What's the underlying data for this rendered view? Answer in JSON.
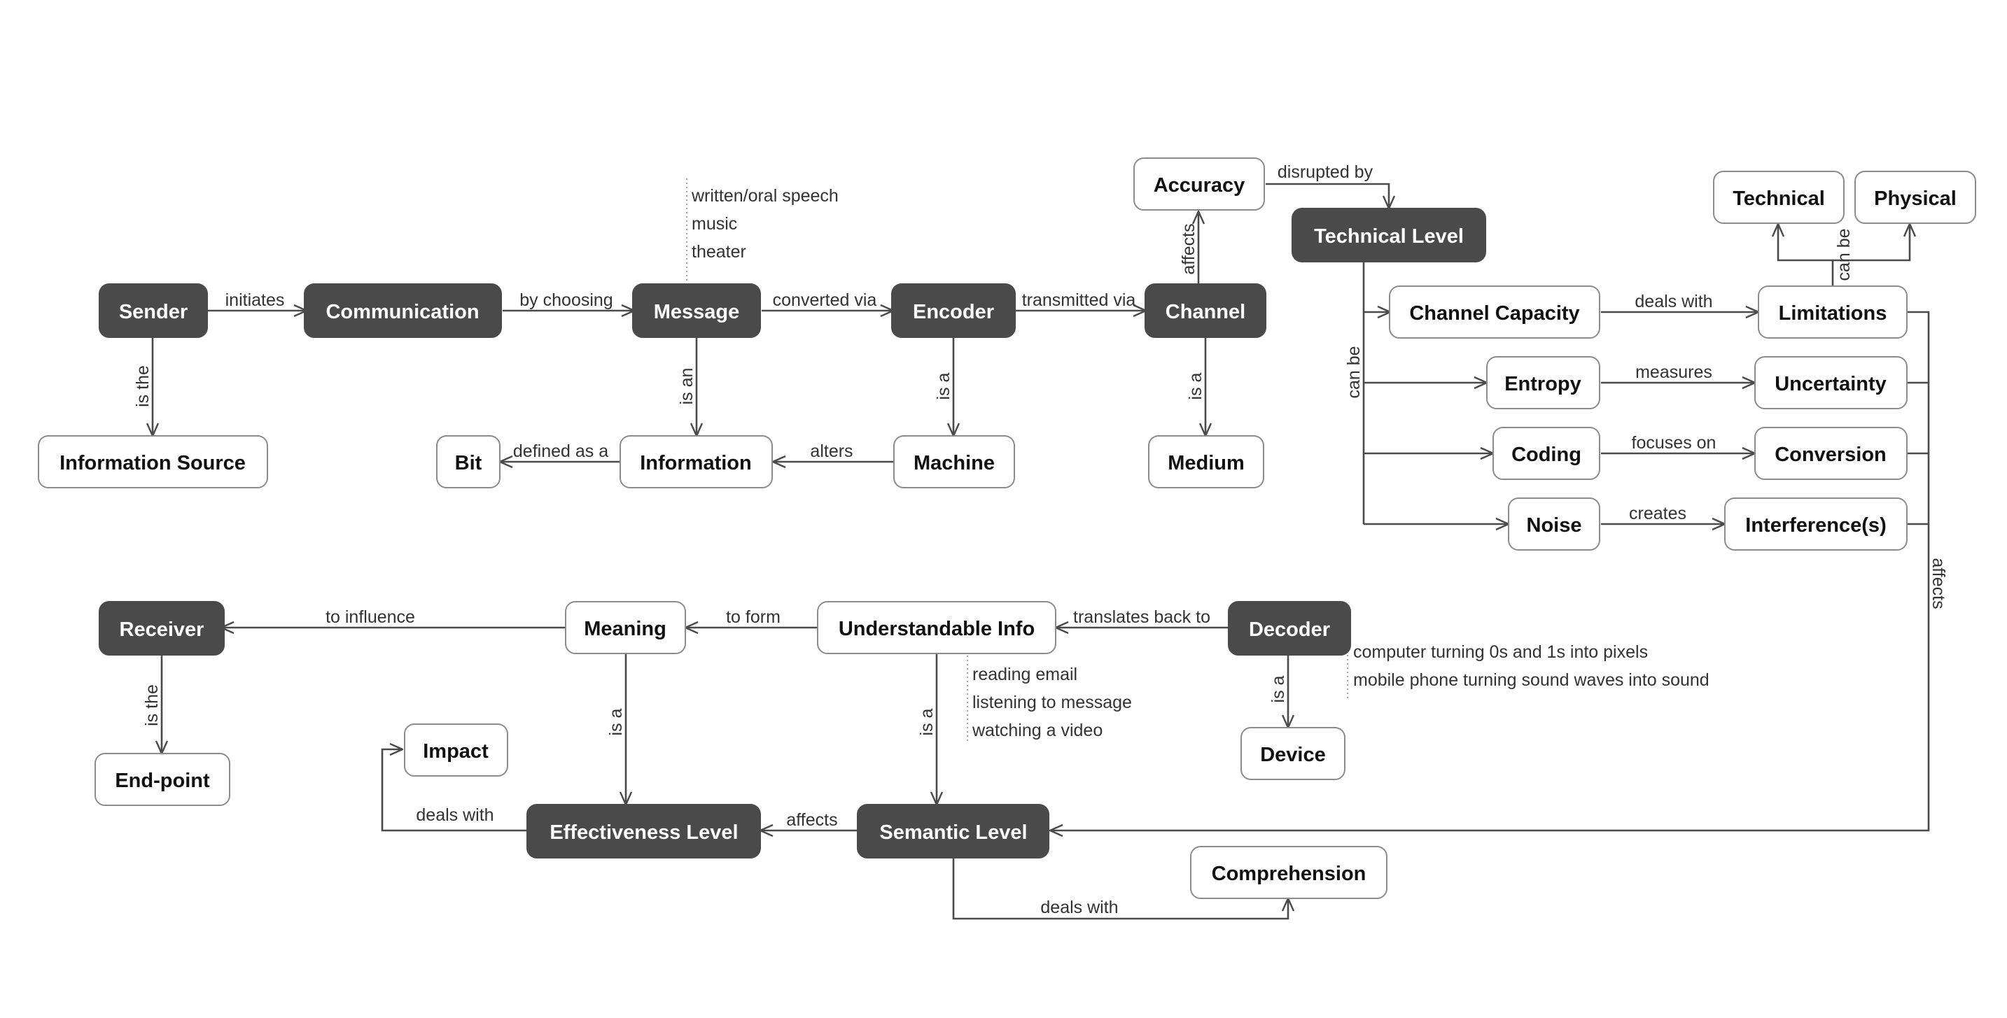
{
  "colors": {
    "dark_node": "#4a4a4a",
    "light_node": "#ffffff",
    "edge": "#4a4a4a",
    "border": "#8c8c8c"
  },
  "nodes": {
    "sender": "Sender",
    "communication": "Communication",
    "message": "Message",
    "encoder": "Encoder",
    "channel": "Channel",
    "accuracy": "Accuracy",
    "technical_level": "Technical Level",
    "technical": "Technical",
    "physical": "Physical",
    "channel_capacity": "Channel Capacity",
    "limitations": "Limitations",
    "entropy": "Entropy",
    "uncertainty": "Uncertainty",
    "coding": "Coding",
    "conversion": "Conversion",
    "noise": "Noise",
    "interference": "Interference(s)",
    "information_source": "Information Source",
    "bit": "Bit",
    "information": "Information",
    "machine": "Machine",
    "medium": "Medium",
    "receiver": "Receiver",
    "meaning": "Meaning",
    "understandable_info": "Understandable Info",
    "decoder": "Decoder",
    "end_point": "End-point",
    "impact": "Impact",
    "effectiveness_level": "Effectiveness Level",
    "semantic_level": "Semantic Level",
    "device": "Device",
    "comprehension": "Comprehension"
  },
  "edge_labels": {
    "initiates": "initiates",
    "by_choosing": "by choosing",
    "converted_via": "converted via",
    "transmitted_via": "transmitted via",
    "is_the_source": "is the",
    "is_an": "is an",
    "is_a_machine": "is a",
    "is_a_medium": "is a",
    "affects_accuracy": "affects",
    "disrupted_by": "disrupted by",
    "can_be_technical": "can be",
    "can_be_types": "can be",
    "deals_with_limitations": "deals with",
    "measures": "measures",
    "focuses_on": "focuses on",
    "creates": "creates",
    "affects_semantic": "affects",
    "defined_as_a": "defined as a",
    "alters": "alters",
    "to_influence": "to influence",
    "to_form": "to form",
    "translates_back_to": "translates back to",
    "is_the_endpoint": "is the",
    "is_a_effectiveness": "is a",
    "is_a_semantic": "is a",
    "is_a_device": "is a",
    "deals_with_impact": "deals with",
    "affects_effectiveness": "affects",
    "deals_with_comprehension": "deals with"
  },
  "notes": {
    "message_examples": [
      "written/oral speech",
      "music",
      "theater"
    ],
    "understanding_examples": [
      "reading email",
      "listening to message",
      "watching a video"
    ],
    "decoder_examples": [
      "computer turning 0s and 1s into pixels",
      "mobile phone turning sound waves into sound"
    ]
  }
}
